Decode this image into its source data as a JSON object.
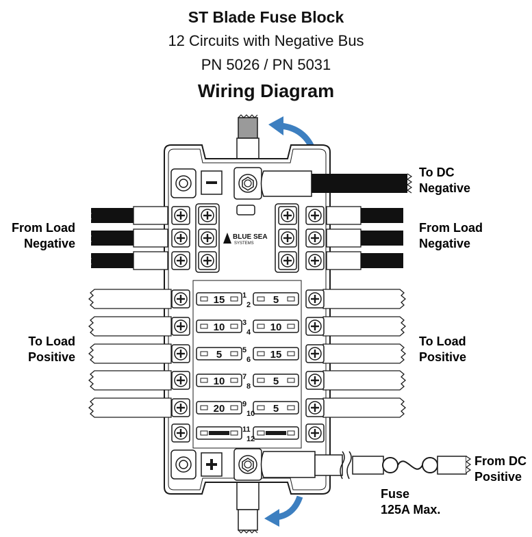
{
  "header": {
    "title": "ST Blade Fuse Block",
    "subtitle": "12 Circuits with Negative Bus",
    "part_numbers": "PN 5026 / PN 5031",
    "diagram_title": "Wiring Diagram"
  },
  "labels": {
    "to_dc_negative": [
      "To DC",
      "Negative"
    ],
    "from_load_negative_left": [
      "From Load",
      "Negative"
    ],
    "from_load_negative_right": [
      "From Load",
      "Negative"
    ],
    "to_load_positive_left": [
      "To Load",
      "Positive"
    ],
    "to_load_positive_right": [
      "To Load",
      "Positive"
    ],
    "from_dc_positive": [
      "From DC",
      "Positive"
    ],
    "fuse": [
      "Fuse",
      "125A Max."
    ]
  },
  "logo": {
    "line1": "BLUE SEA",
    "line2": "SYSTEMS"
  },
  "fuses": [
    {
      "circuit": "1",
      "rating": "15"
    },
    {
      "circuit": "2",
      "rating": "5"
    },
    {
      "circuit": "3",
      "rating": "10"
    },
    {
      "circuit": "4",
      "rating": "10"
    },
    {
      "circuit": "5",
      "rating": "5"
    },
    {
      "circuit": "6",
      "rating": "15"
    },
    {
      "circuit": "7",
      "rating": "10"
    },
    {
      "circuit": "8",
      "rating": "5"
    },
    {
      "circuit": "9",
      "rating": "20"
    },
    {
      "circuit": "10",
      "rating": "5"
    },
    {
      "circuit": "11",
      "rating": ""
    },
    {
      "circuit": "12",
      "rating": ""
    }
  ],
  "colors": {
    "arrow": "#3d7fc0",
    "wire_black": "#111111",
    "wire_gray": "#9a9a9a",
    "outline": "#1a1a1a"
  }
}
